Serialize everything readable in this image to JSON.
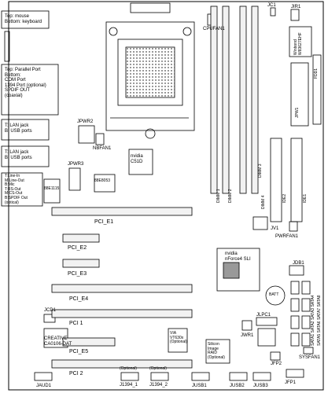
{
  "labels": {
    "mouse_keyboard": "Top: mouse\nBottom: keyboard",
    "parallel_port": "Top: Parallel Port\nBottom:\nCOM Port\n1394 Port (optional)\nSPDIF OUT\n(coaxial)",
    "lan_usb_1": "T: LAN jack\nB: USB ports",
    "lan_usb_2": "T: LAN jack\nB: USB ports",
    "audio": "T:Line-In\nM:Line-Out\nB:Mic\nT:RS-Out\nM:CS-Out\nB:SPDIF Out\n(optical)",
    "cpufan": "CPUFAN1",
    "jc1": "JC1",
    "jir1": "JIR1",
    "winbond": "Winbond\nW83627EHF",
    "fdd1": "FDD1",
    "jpw1": "JPW1",
    "jpwr2": "JPWR2",
    "nbfan": "NBFAN1",
    "nvidia_c51d": "nvidia\nC51D",
    "jpwr3": "JPWR3",
    "rtl8053": "88E8053",
    "sse_chip": "88E1115",
    "dimm1": "DIMM 1",
    "dimm2": "DIMM 2",
    "dimm3": "DIMM 3",
    "dimm4": "DIMM 4",
    "ide2": "IDE2",
    "ide1": "IDE1",
    "jv1": "JV1",
    "pwrfan": "PWRFAN1",
    "pcie1": "PCI_E1",
    "pcie2": "PCI_E2",
    "pcie3": "PCI_E3",
    "pcie4": "PCI_E4",
    "nforce": "nvidia\nnForce4 SLI",
    "jdb1": "JDB1",
    "sata_labels": "SATA1 SATA2 SATA3 SATA4",
    "sata_right": "SATA5 SATA6 SATA7 SATA8",
    "jcd1": "JCD1",
    "pci1": "PCI 1",
    "batt": "BATT",
    "jlpc1": "JLPC1",
    "jwr1": "JWR1",
    "creative": "CREATIVE\nCA0106-DAT",
    "via": "VIA\nVT630x\n(Optional)",
    "pcie5": "PCI_E5",
    "silicon": "Silicon\nImage\nRAID\n(Optional)",
    "pci2": "PCI 2",
    "jfp2": "JFP2",
    "sysfan": "SYSFAN1",
    "jfp1": "JFP1",
    "jaud1": "JAUD1",
    "j1394_1": "J1394_1",
    "j1394_2": "J1394_2",
    "optional_1": "(Optional)",
    "optional_2": "(Optional)",
    "jusb1": "JUSB1",
    "jusb2": "JUSB2",
    "jusb3": "JUSB3"
  }
}
